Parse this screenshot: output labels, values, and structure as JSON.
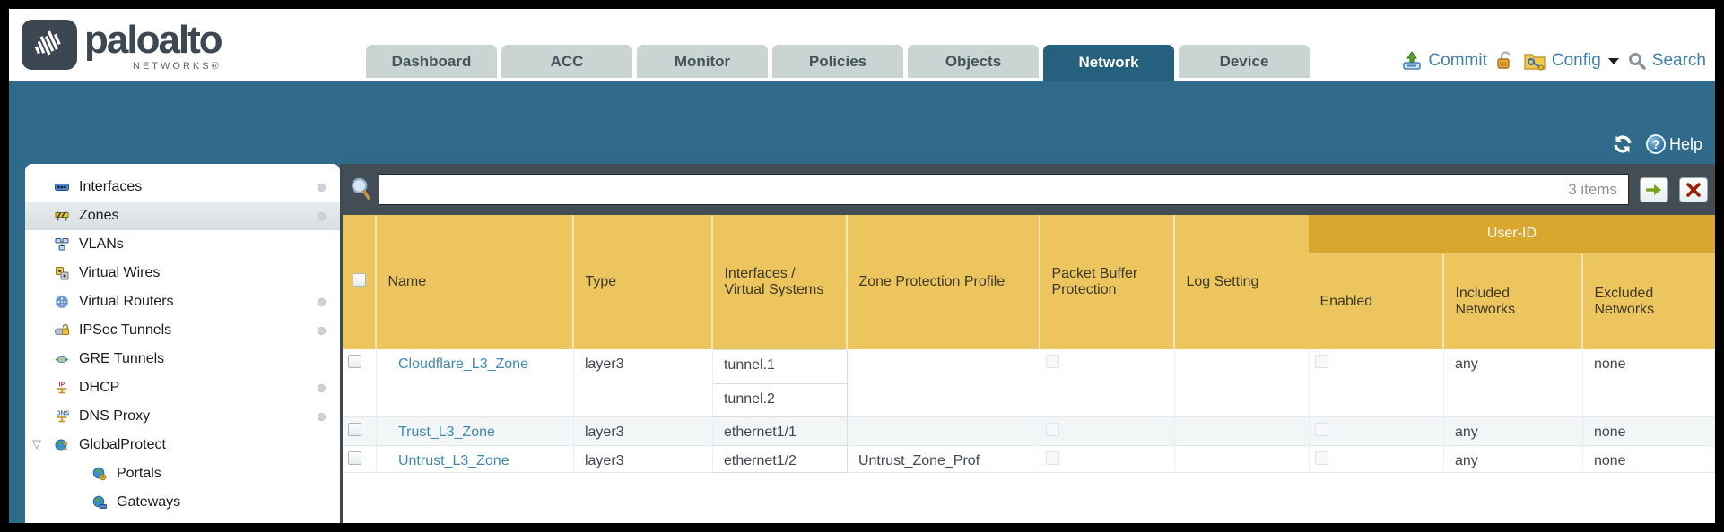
{
  "brand": {
    "word": "paloalto",
    "sub": "NETWORKS®"
  },
  "nav": {
    "tabs": [
      {
        "label": "Dashboard",
        "active": false
      },
      {
        "label": "ACC",
        "active": false
      },
      {
        "label": "Monitor",
        "active": false
      },
      {
        "label": "Policies",
        "active": false
      },
      {
        "label": "Objects",
        "active": false
      },
      {
        "label": "Network",
        "active": true
      },
      {
        "label": "Device",
        "active": false
      }
    ]
  },
  "top_actions": {
    "commit": "Commit",
    "config": "Config",
    "search": "Search"
  },
  "teal_actions": {
    "help": "Help",
    "help_glyph": "?"
  },
  "filter": {
    "count": "3 items",
    "query": ""
  },
  "sidebar": {
    "items": [
      {
        "label": "Interfaces",
        "dot": true,
        "selected": false
      },
      {
        "label": "Zones",
        "dot": true,
        "selected": true
      },
      {
        "label": "VLANs",
        "dot": false,
        "selected": false
      },
      {
        "label": "Virtual Wires",
        "dot": false,
        "selected": false
      },
      {
        "label": "Virtual Routers",
        "dot": true,
        "selected": false
      },
      {
        "label": "IPSec Tunnels",
        "dot": true,
        "selected": false
      },
      {
        "label": "GRE Tunnels",
        "dot": false,
        "selected": false
      },
      {
        "label": "DHCP",
        "dot": true,
        "selected": false
      },
      {
        "label": "DNS Proxy",
        "dot": true,
        "selected": false
      },
      {
        "label": "GlobalProtect",
        "dot": false,
        "selected": false,
        "expanded": true
      },
      {
        "label": "Portals",
        "dot": false,
        "selected": false,
        "child": true
      },
      {
        "label": "Gateways",
        "dot": false,
        "selected": false,
        "child": true
      }
    ],
    "icon_labels": {
      "dhcp": "IP",
      "dns": "DNS"
    },
    "expander_glyph": "▽"
  },
  "table": {
    "group_header": "User-ID",
    "columns": {
      "name": "Name",
      "type": "Type",
      "interfaces": "Interfaces / Virtual Systems",
      "zone_protection_profile": "Zone Protection Profile",
      "packet_buffer_protection": "Packet Buffer Protection",
      "log_setting": "Log Setting",
      "enabled": "Enabled",
      "included_networks": "Included Networks",
      "excluded_networks": "Excluded Networks"
    },
    "rows": [
      {
        "name": "Cloudflare_L3_Zone",
        "type": "layer3",
        "interfaces": [
          "tunnel.1",
          "tunnel.2"
        ],
        "zone_protection_profile": "",
        "log_setting": "",
        "included_networks": "any",
        "excluded_networks": "none"
      },
      {
        "name": "Trust_L3_Zone",
        "type": "layer3",
        "interfaces": [
          "ethernet1/1"
        ],
        "zone_protection_profile": "",
        "log_setting": "",
        "included_networks": "any",
        "excluded_networks": "none"
      },
      {
        "name": "Untrust_L3_Zone",
        "type": "layer3",
        "interfaces": [
          "ethernet1/2"
        ],
        "zone_protection_profile": "Untrust_Zone_Prof",
        "log_setting": "",
        "included_networks": "any",
        "excluded_networks": "none"
      }
    ]
  },
  "colors": {
    "teal_band": "#2f6a8b",
    "active_tab": "#25607f",
    "inactive_tab": "#c9d4d3",
    "toolbar_slate": "#434d56",
    "header_gold": "#ecc55e",
    "group_gold": "#d9a62e",
    "link_blue": "#3f89b4",
    "action_blue": "#3e7fae"
  }
}
